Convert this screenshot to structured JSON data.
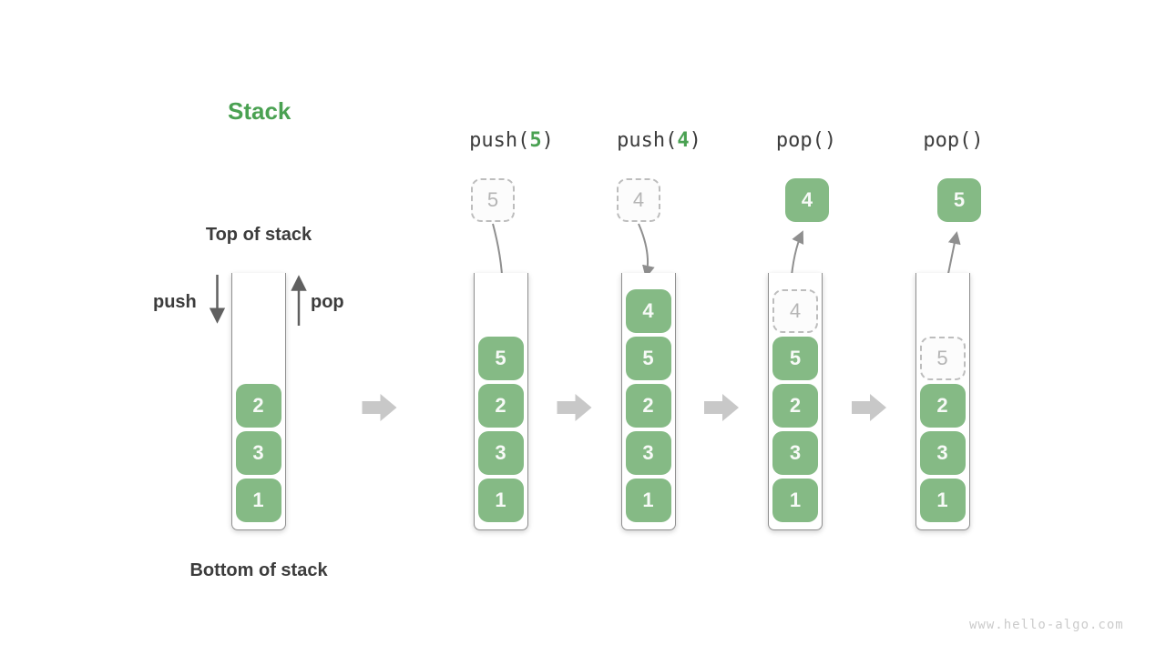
{
  "title": "Stack",
  "demo": {
    "top_label": "Top of stack",
    "bottom_label": "Bottom of stack",
    "push_label": "push",
    "pop_label": "pop",
    "items": [
      "2",
      "3",
      "1"
    ]
  },
  "operations": [
    {
      "prefix": "push(",
      "arg": "5",
      "suffix": ")",
      "incoming": "5",
      "stack": [
        "5",
        "2",
        "3",
        "1"
      ]
    },
    {
      "prefix": "push(",
      "arg": "4",
      "suffix": ")",
      "incoming": "4",
      "stack": [
        "4",
        "5",
        "2",
        "3",
        "1"
      ]
    },
    {
      "prefix": "pop()",
      "arg": "",
      "suffix": "",
      "popped": "4",
      "ghost": "4",
      "stack": [
        "5",
        "2",
        "3",
        "1"
      ]
    },
    {
      "prefix": "pop()",
      "arg": "",
      "suffix": "",
      "popped": "5",
      "ghost": "5",
      "stack": [
        "2",
        "3",
        "1"
      ]
    }
  ],
  "icons": {
    "push_arrow": "down-arrow-icon",
    "pop_arrow": "up-arrow-icon",
    "transition_arrow": "right-block-arrow-icon"
  },
  "colors": {
    "accent_green": "#4aa152",
    "box_green": "#85ba85",
    "ghost_border": "#bdbdbd",
    "text_dark": "#3c3c3c",
    "big_arrow": "#c8c8c8",
    "watermark": "#cbcbcb"
  },
  "watermark": "www.hello-algo.com"
}
